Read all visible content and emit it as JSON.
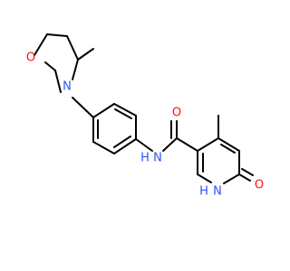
{
  "molecule": {
    "atoms": {
      "morpholine_o": "O",
      "morpholine_n": "N",
      "amide_nh_n": "N",
      "amide_nh_h": "H",
      "carbonyl_o": "O",
      "pyridone_o": "O",
      "pyridone_nh_h": "H",
      "pyridone_nh_n": "N"
    }
  },
  "colors": {
    "oxygen": "#ff0d0d",
    "nitrogen": "#3050f8",
    "bond": "#000000",
    "background": "#ffffff"
  }
}
